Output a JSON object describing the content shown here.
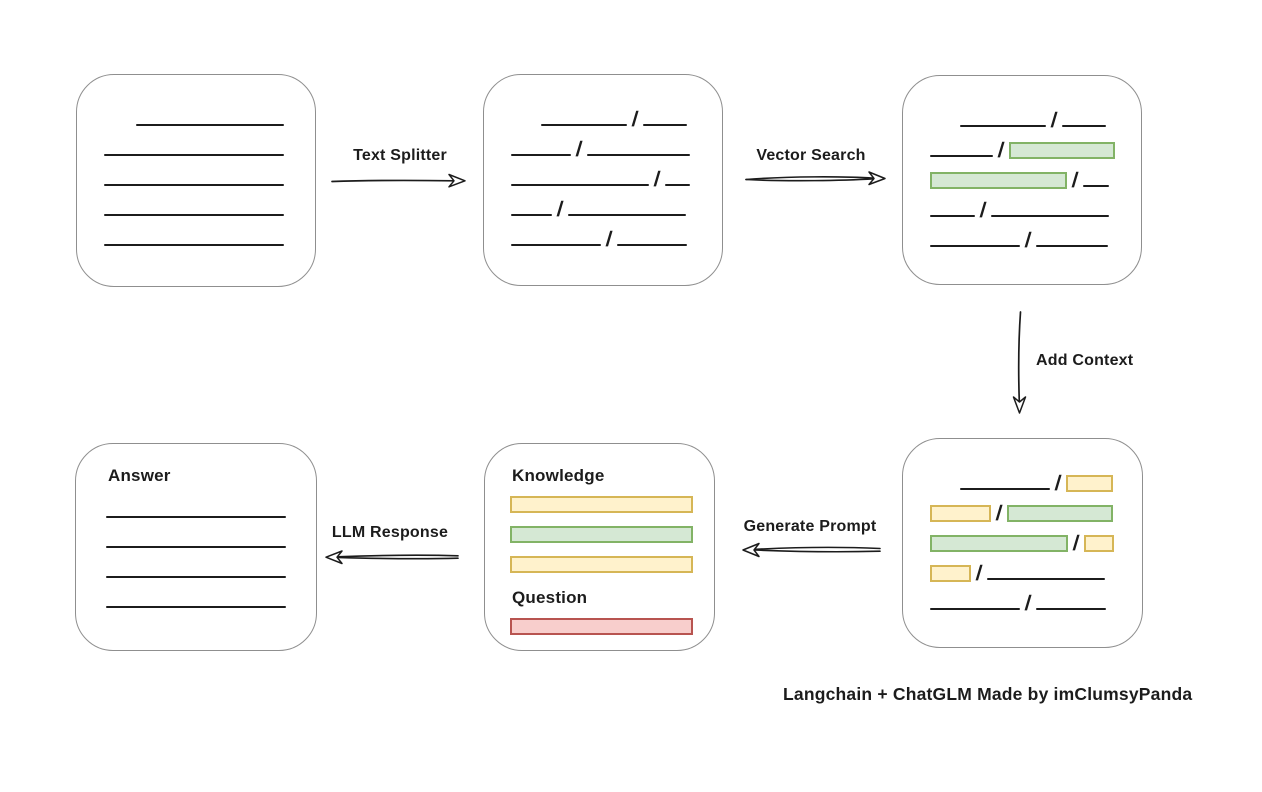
{
  "caption": "Langchain + ChatGLM Made by imClumsyPanda",
  "slash_char": "/",
  "colors": {
    "line": "#1c1c1c",
    "box_border": "#8f8f8f",
    "green_fill": "#d5e8d4",
    "green_stroke": "#82b366",
    "yellow_fill": "#fff2cc",
    "yellow_stroke": "#d6b656",
    "red_fill": "#f8cecc",
    "red_stroke": "#b85450"
  },
  "labels": {
    "text_splitter": "Text Splitter",
    "vector_search": "Vector Search",
    "add_context": "Add Context",
    "generate_prompt": "Generate Prompt",
    "llm_response": "LLM Response",
    "knowledge": "Knowledge",
    "question": "Question",
    "answer": "Answer"
  },
  "boxes": {
    "source_document": {
      "rows": [
        [
          {
            "t": "gap",
            "w": 27
          },
          {
            "t": "line",
            "w": 148
          }
        ],
        [
          {
            "t": "line",
            "w": 180
          }
        ],
        [
          {
            "t": "line",
            "w": 180
          }
        ],
        [
          {
            "t": "line",
            "w": 180
          }
        ],
        [
          {
            "t": "line",
            "w": 180
          }
        ]
      ]
    },
    "split_text": {
      "rows": [
        [
          {
            "t": "gap",
            "w": 25
          },
          {
            "t": "line",
            "w": 86
          },
          {
            "t": "slash"
          },
          {
            "t": "line",
            "w": 44
          }
        ],
        [
          {
            "t": "line",
            "w": 60
          },
          {
            "t": "slash"
          },
          {
            "t": "line",
            "w": 103
          }
        ],
        [
          {
            "t": "line",
            "w": 138
          },
          {
            "t": "slash"
          },
          {
            "t": "line",
            "w": 25
          }
        ],
        [
          {
            "t": "line",
            "w": 41
          },
          {
            "t": "slash"
          },
          {
            "t": "line",
            "w": 118
          }
        ],
        [
          {
            "t": "line",
            "w": 90
          },
          {
            "t": "slash"
          },
          {
            "t": "line",
            "w": 70
          }
        ]
      ]
    },
    "matched_chunks": {
      "rows": [
        [
          {
            "t": "gap",
            "w": 25
          },
          {
            "t": "line",
            "w": 86
          },
          {
            "t": "slash"
          },
          {
            "t": "line",
            "w": 44
          }
        ],
        [
          {
            "t": "line",
            "w": 63
          },
          {
            "t": "slash"
          },
          {
            "t": "green",
            "w": 106
          }
        ],
        [
          {
            "t": "green",
            "w": 137
          },
          {
            "t": "slash"
          },
          {
            "t": "line",
            "w": 26
          }
        ],
        [
          {
            "t": "line",
            "w": 45
          },
          {
            "t": "slash"
          },
          {
            "t": "line",
            "w": 118
          }
        ],
        [
          {
            "t": "line",
            "w": 90
          },
          {
            "t": "slash"
          },
          {
            "t": "line",
            "w": 72
          }
        ]
      ]
    },
    "context_chunks": {
      "rows": [
        [
          {
            "t": "gap",
            "w": 25
          },
          {
            "t": "line",
            "w": 90
          },
          {
            "t": "slash"
          },
          {
            "t": "yellow",
            "w": 47
          }
        ],
        [
          {
            "t": "yellow",
            "w": 61
          },
          {
            "t": "slash"
          },
          {
            "t": "green",
            "w": 106
          }
        ],
        [
          {
            "t": "green",
            "w": 138
          },
          {
            "t": "slash"
          },
          {
            "t": "yellow",
            "w": 30
          }
        ],
        [
          {
            "t": "yellow",
            "w": 41
          },
          {
            "t": "slash"
          },
          {
            "t": "line",
            "w": 118
          }
        ],
        [
          {
            "t": "line",
            "w": 90
          },
          {
            "t": "slash"
          },
          {
            "t": "line",
            "w": 70
          }
        ]
      ]
    },
    "prompt": {
      "knowledge_bars": [
        [
          {
            "t": "yellow",
            "w": 183
          }
        ],
        [
          {
            "t": "green",
            "w": 183
          }
        ],
        [
          {
            "t": "yellow",
            "w": 183
          }
        ]
      ],
      "question_bars": [
        [
          {
            "t": "red",
            "w": 183
          }
        ]
      ]
    },
    "answer": {
      "rows": [
        [
          {
            "t": "line",
            "w": 180
          }
        ],
        [
          {
            "t": "line",
            "w": 180
          }
        ],
        [
          {
            "t": "line",
            "w": 180
          }
        ],
        [
          {
            "t": "line",
            "w": 180
          }
        ]
      ]
    }
  }
}
